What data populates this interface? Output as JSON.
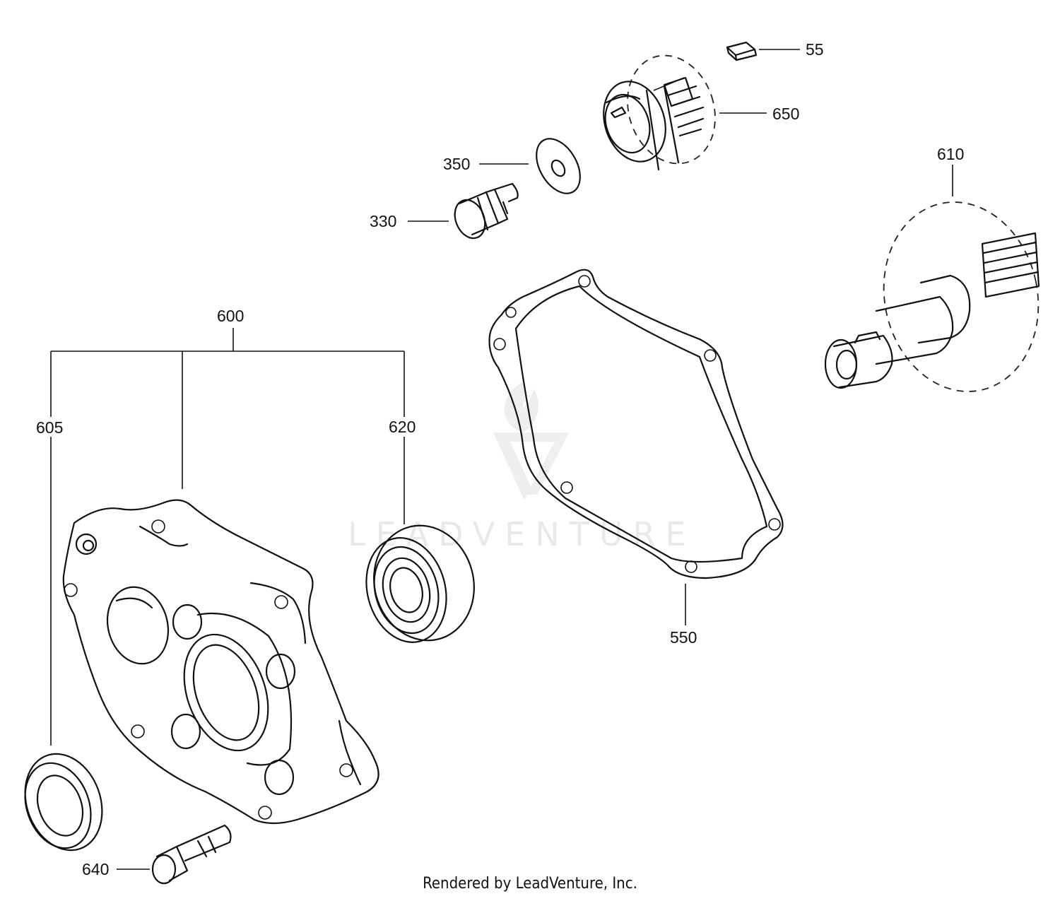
{
  "callouts": {
    "c55": "55",
    "c650": "650",
    "c350": "350",
    "c330": "330",
    "c610": "610",
    "c600": "600",
    "c605": "605",
    "c620": "620",
    "c550": "550",
    "c640": "640"
  },
  "watermark": "LEADVENTURE",
  "footer": "Rendered by LeadVenture, Inc."
}
